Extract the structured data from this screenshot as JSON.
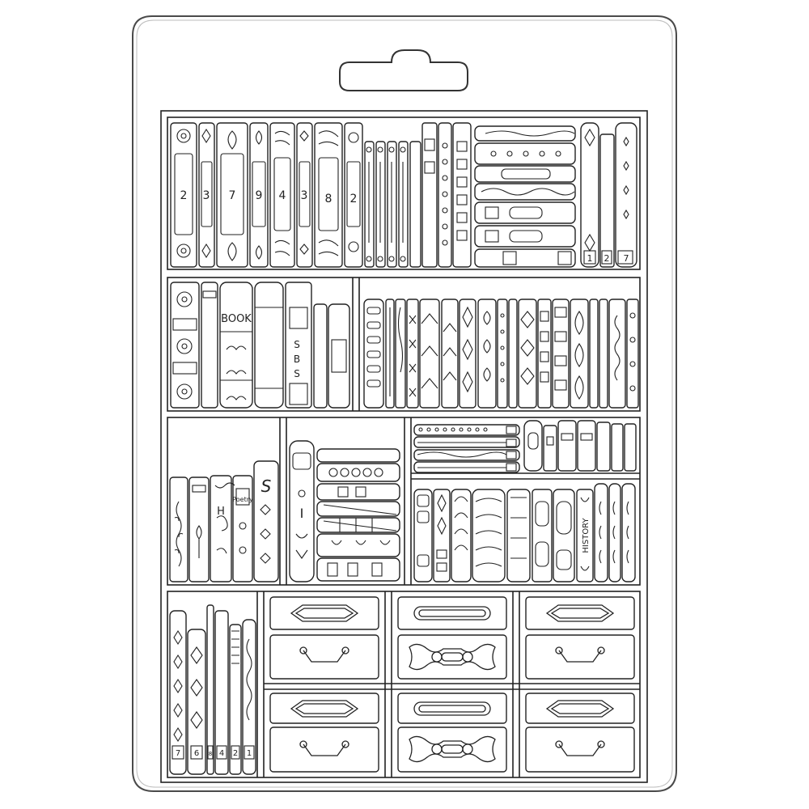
{
  "colors": {
    "background": "#ffffff",
    "mould_fill": "#ffffff",
    "mould_edge": "#4a4a4a",
    "line_art": "#222222"
  },
  "spine_numbers_top": [
    "2",
    "3",
    "7",
    "9",
    "4",
    "3",
    "8",
    "2"
  ],
  "spine_numbers_top_right": [
    "1",
    "2",
    "7"
  ],
  "book_label": "BOOK",
  "book_vertical_letters": [
    "S",
    "B",
    "S"
  ],
  "poetry_label": "Poetry",
  "letter_h": "H",
  "letter_s": "S",
  "letter_i": "I",
  "history_label": "HISTORY",
  "spine_numbers_bottom": [
    "7",
    "6",
    "8",
    "4",
    "2",
    "1"
  ],
  "icons": [
    "hang-tab-icon",
    "drawer-handle-icon",
    "ornate-handle-icon",
    "leaf-ornament-icon",
    "diamond-ornament-icon"
  ]
}
